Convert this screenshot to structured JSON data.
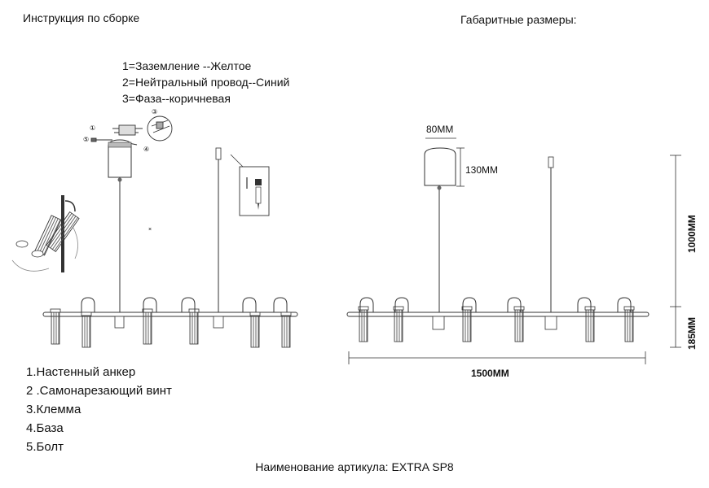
{
  "header": {
    "assembly_title": "Инструкция по сборке",
    "dimensions_title": "Габаритные размеры:"
  },
  "wiring": [
    "1=Заземление --Желтое",
    "2=Нейтральный провод--Синий",
    "3=Фаза--коричневая"
  ],
  "parts": [
    "1.Настенный анкер",
    "2 .Самонарезающий винт",
    "3.Клемма",
    "4.База",
    "5.Болт"
  ],
  "dimensions": {
    "canopy_width": "80MM",
    "canopy_height": "130MM",
    "length": "1500MM",
    "suspension_height": "1000MM",
    "fixture_height": "185MM"
  },
  "callouts": {
    "c1": "①",
    "c3": "③",
    "c4": "④",
    "c5": "⑤"
  },
  "footer": {
    "article": "Наименование артикула: EXTRA SP8"
  },
  "colors": {
    "line": "#333333",
    "shade_hatch": "#555555"
  }
}
